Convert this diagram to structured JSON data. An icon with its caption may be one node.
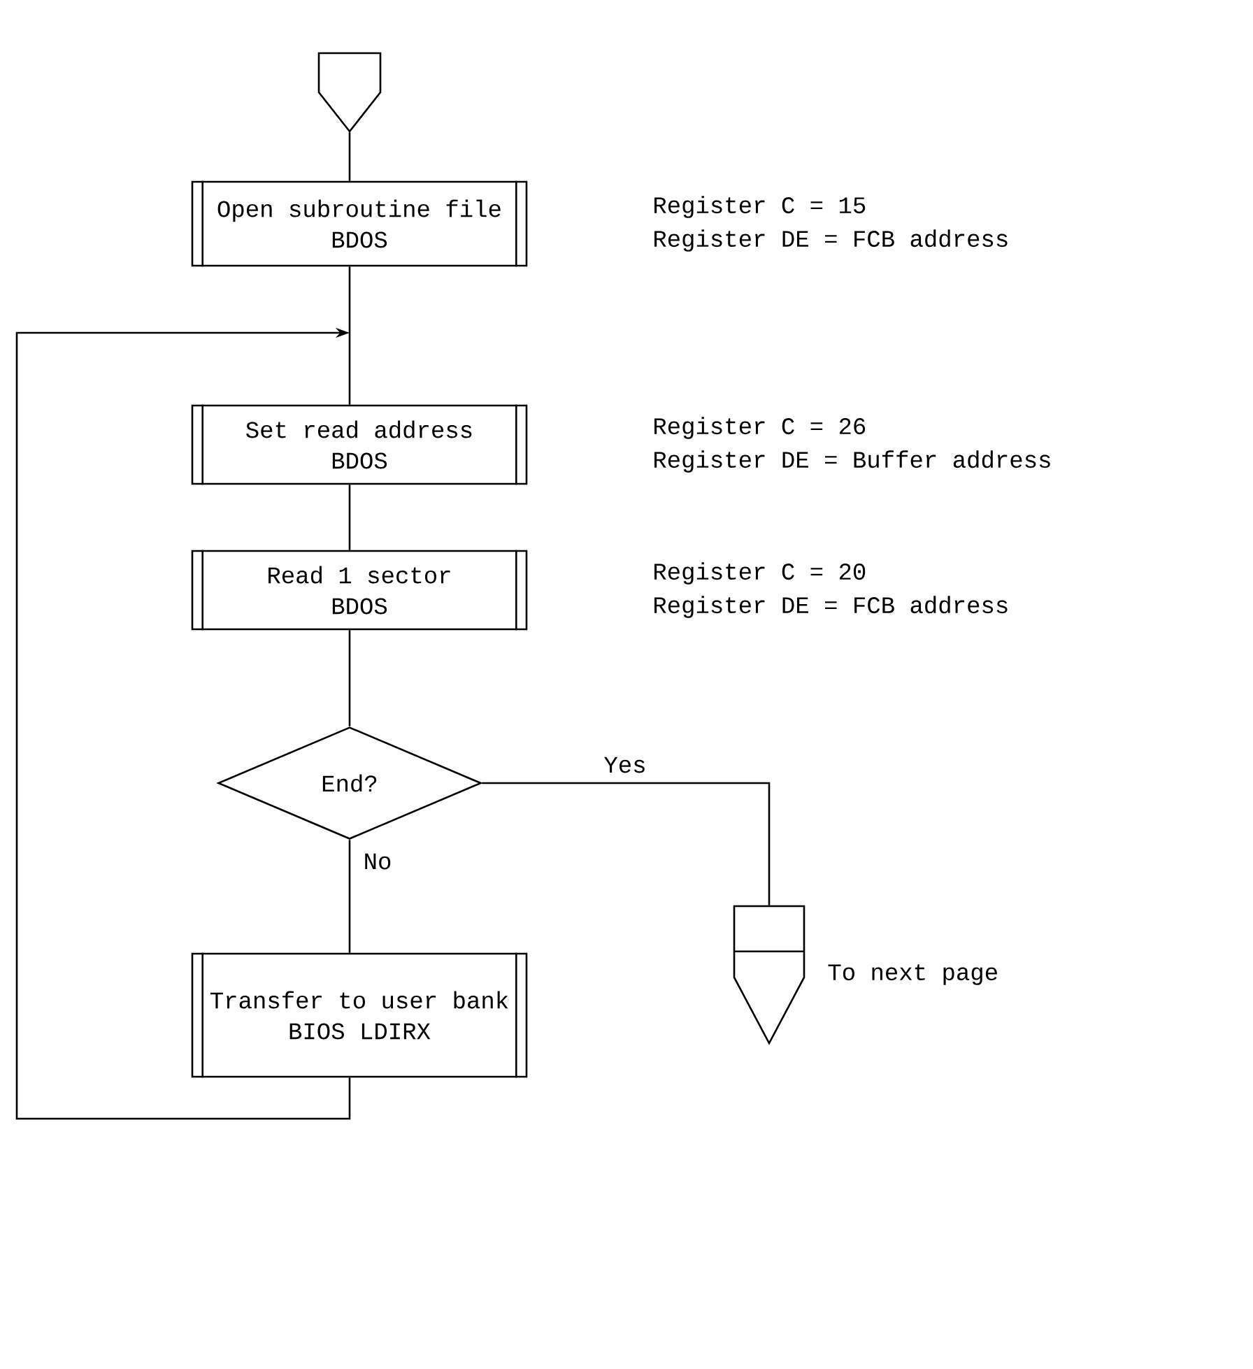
{
  "diagram": {
    "nodes": [
      {
        "text": [],
        "shape": "pentagon"
      },
      {
        "text": [
          "Open subroutine file",
          "BDOS"
        ],
        "beside": [
          "Register C = 15",
          "Register DE = FCB address"
        ]
      },
      {
        "text": [
          "Set read address",
          "BDOS"
        ],
        "beside": [
          "Register C = 26",
          "Register DE = Buffer address"
        ]
      },
      {
        "text": [
          "Read 1 sector",
          "BDOS"
        ],
        "beside": [
          "Register C = 20",
          "Register DE = FCB address"
        ]
      },
      {
        "text": [
          "End?"
        ]
      },
      {
        "text": [
          "Transfer to user bank",
          "BIOS LDIRX"
        ]
      },
      {
        "text": [],
        "shape": "pentagon",
        "beside": [
          "To next page"
        ]
      }
    ],
    "edges": [
      {
        "from": 0,
        "to": 1,
        "arrow": "none"
      },
      {
        "from": 1,
        "to": 2,
        "arrow": "none"
      },
      {
        "from": 2,
        "to": 3,
        "arrow": "none"
      },
      {
        "from": 3,
        "to": 4,
        "arrow": "none"
      },
      {
        "from": 4,
        "to": 6,
        "arrow": "none",
        "label": "Yes"
      },
      {
        "from": 4,
        "to": 5,
        "arrow": "none",
        "label": "No"
      },
      {
        "from": 5,
        "to": null,
        "arrow": "to"
      }
    ]
  }
}
